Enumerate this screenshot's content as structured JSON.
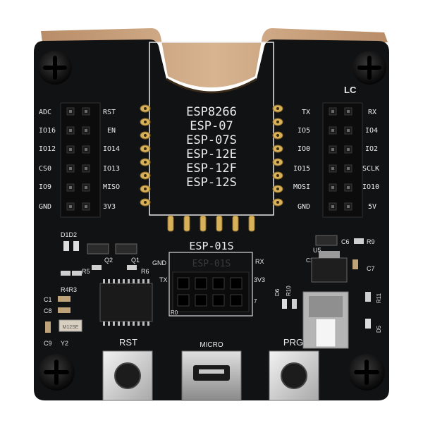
{
  "colors": {
    "pcb": "#111214",
    "wood": "#c9a27e",
    "silkscreen": "#e8e8e8",
    "gold": "#d8b25a",
    "header": "#0c0c0c",
    "button": "#2a2a2a"
  },
  "module": {
    "lines": [
      "ESP8266",
      "ESP-07",
      "ESP-07S",
      "ESP-12E",
      "ESP-12F",
      "ESP-12S"
    ],
    "esp01": "ESP-01S",
    "esp01_ghost": "ESP-01S"
  },
  "brand": "LC",
  "left_header": {
    "left_labels": [
      "ADC",
      "IO16",
      "IO12",
      "CS0",
      "IO9",
      "GND"
    ],
    "right_labels": [
      "RST",
      "EN",
      "IO14",
      "IO13",
      "MISO",
      "3V3"
    ]
  },
  "right_header": {
    "left_labels": [
      "TX",
      "IO5",
      "IO0",
      "IO15",
      "MOSI",
      "GND"
    ],
    "right_labels": [
      "RX",
      "IO4",
      "IO2",
      "SCLK",
      "IO10",
      "5V"
    ]
  },
  "esp01_pins": {
    "gnd": "GND",
    "tx": "TX",
    "rx": "RX",
    "v33": "3V3",
    "r0": "R0",
    "seven": "7"
  },
  "components": {
    "d1d2": "D1D2",
    "q2": "Q2",
    "q1": "Q1",
    "r5": "R5",
    "r6": "R6",
    "r4r3": "R4R3",
    "c1": "C1",
    "c8": "C8",
    "c9": "C9",
    "y2": "Y2",
    "crystal": "M12SE",
    "u5": "U5",
    "c6": "C6",
    "r9": "R9",
    "c10": "C10",
    "c7": "C7",
    "d6": "D6",
    "r10": "R10",
    "r11": "R11",
    "d5": "D5"
  },
  "buttons": {
    "rst": "RST",
    "prg": "PRG",
    "micro": "MICRO"
  }
}
